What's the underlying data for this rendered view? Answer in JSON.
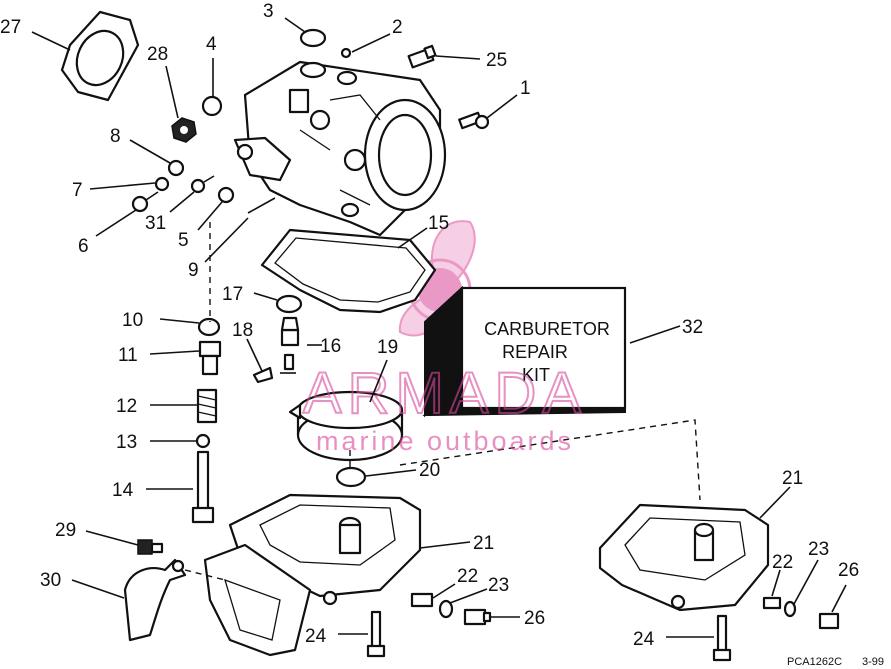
{
  "callouts": [
    {
      "id": "1",
      "text": "1"
    },
    {
      "id": "2",
      "text": "2"
    },
    {
      "id": "3",
      "text": "3"
    },
    {
      "id": "4",
      "text": "4"
    },
    {
      "id": "5",
      "text": "5"
    },
    {
      "id": "6",
      "text": "6"
    },
    {
      "id": "7",
      "text": "7"
    },
    {
      "id": "8",
      "text": "8"
    },
    {
      "id": "9",
      "text": "9"
    },
    {
      "id": "10",
      "text": "10"
    },
    {
      "id": "11",
      "text": "11"
    },
    {
      "id": "12",
      "text": "12"
    },
    {
      "id": "13",
      "text": "13"
    },
    {
      "id": "14",
      "text": "14"
    },
    {
      "id": "15",
      "text": "15"
    },
    {
      "id": "16",
      "text": "16"
    },
    {
      "id": "17",
      "text": "17"
    },
    {
      "id": "18",
      "text": "18"
    },
    {
      "id": "19",
      "text": "19"
    },
    {
      "id": "20",
      "text": "20"
    },
    {
      "id": "21a",
      "text": "21"
    },
    {
      "id": "21b",
      "text": "21"
    },
    {
      "id": "22a",
      "text": "22"
    },
    {
      "id": "22b",
      "text": "22"
    },
    {
      "id": "23a",
      "text": "23"
    },
    {
      "id": "23b",
      "text": "23"
    },
    {
      "id": "24a",
      "text": "24"
    },
    {
      "id": "24b",
      "text": "24"
    },
    {
      "id": "25",
      "text": "25"
    },
    {
      "id": "26a",
      "text": "26"
    },
    {
      "id": "26b",
      "text": "26"
    },
    {
      "id": "27",
      "text": "27"
    },
    {
      "id": "28",
      "text": "28"
    },
    {
      "id": "29",
      "text": "29"
    },
    {
      "id": "30",
      "text": "30"
    },
    {
      "id": "31",
      "text": "31"
    },
    {
      "id": "32",
      "text": "32"
    }
  ],
  "kit_box": {
    "line1": "CARBURETOR",
    "line2": "REPAIR",
    "line3": "KIT"
  },
  "watermark": {
    "brand": "ARMADA",
    "tagline": "marine outboards",
    "color": "#d9479b"
  },
  "footer": {
    "code": "PCA1262C",
    "date": "3-99"
  }
}
